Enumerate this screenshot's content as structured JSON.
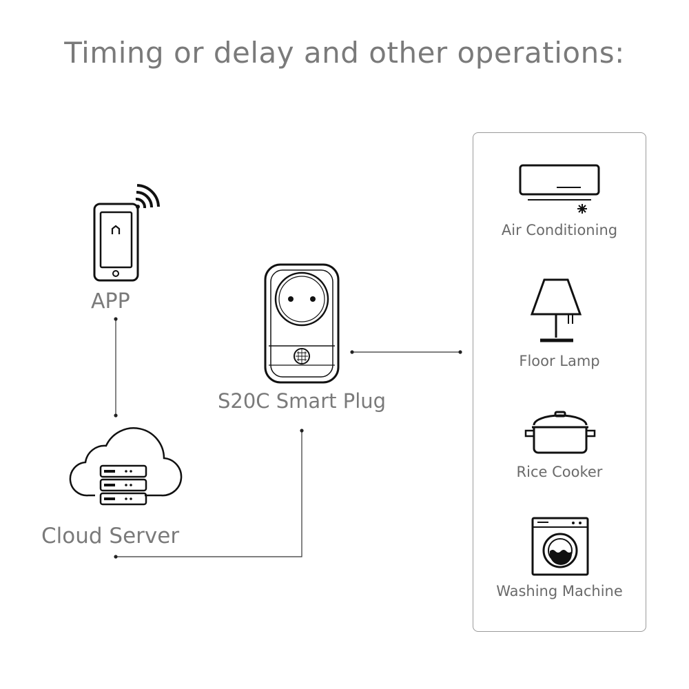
{
  "title": "Timing or delay and other operations:",
  "nodes": {
    "app": {
      "label": "APP",
      "icon": "smartphone-wifi-icon"
    },
    "cloud": {
      "label": "Cloud Server",
      "icon": "cloud-server-icon"
    },
    "plug": {
      "label": "S20C Smart Plug",
      "icon": "smart-plug-icon"
    }
  },
  "devices": [
    {
      "label": "Air Conditioning",
      "icon": "air-conditioner-icon"
    },
    {
      "label": "Floor Lamp",
      "icon": "floor-lamp-icon"
    },
    {
      "label": "Rice Cooker",
      "icon": "rice-cooker-icon"
    },
    {
      "label": "Washing Machine",
      "icon": "washing-machine-icon"
    }
  ],
  "colors": {
    "text": "#7a7a7a",
    "line": "#333333",
    "icon": "#111111"
  }
}
